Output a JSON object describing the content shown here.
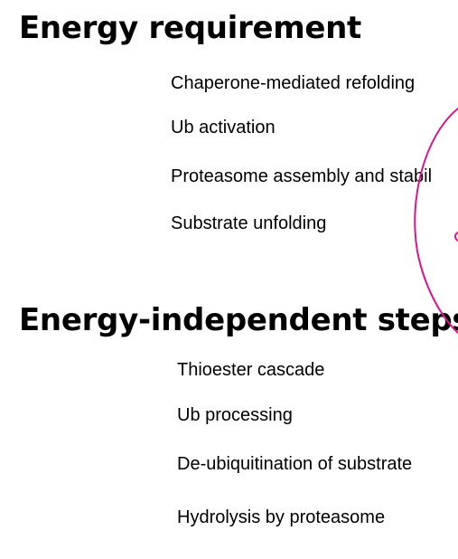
{
  "sections": [
    {
      "heading": "Energy requirement",
      "items": [
        "Chaperone-mediated refolding",
        "Ub activation",
        "Proteasome assembly and stabil",
        "Substrate unfolding"
      ]
    },
    {
      "heading": "Energy-independent steps",
      "items": [
        "Thioester cascade",
        "Ub processing",
        "De-ubiquitination of substrate",
        "Hydrolysis by proteasome"
      ]
    }
  ],
  "annotation": {
    "color": "#d6168c"
  }
}
